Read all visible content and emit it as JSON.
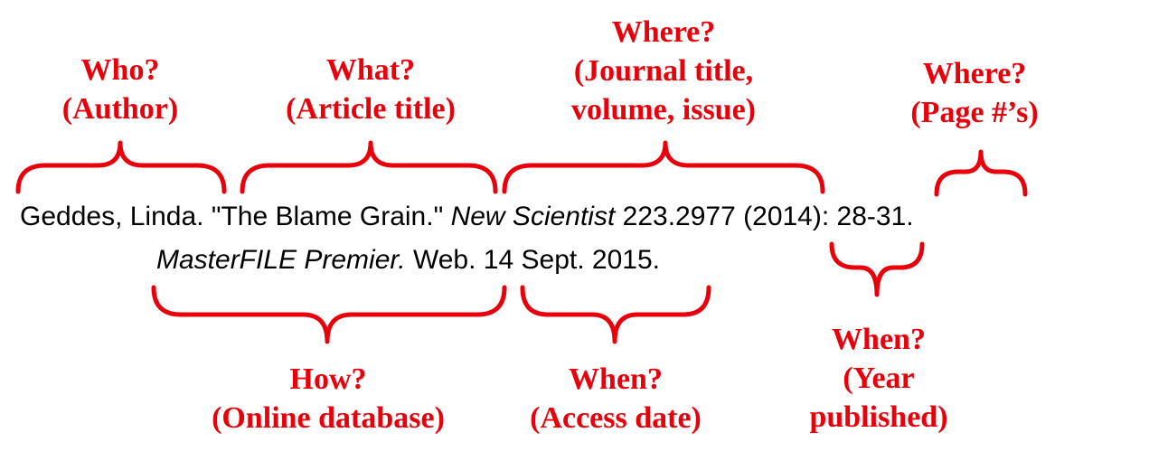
{
  "accent_color": "#e8000b",
  "labels": {
    "who": {
      "line1": "Who?",
      "line2": "(Author)"
    },
    "what": {
      "line1": "What?",
      "line2": "(Article title)"
    },
    "where_journal": {
      "line1": "Where?",
      "line2": "(Journal title,",
      "line3": "volume, issue)"
    },
    "where_pages": {
      "line1": "Where?",
      "line2": "(Page #’s)"
    },
    "how": {
      "line1": "How?",
      "line2": "(Online database)"
    },
    "when_access": {
      "line1": "When?",
      "line2": "(Access date)"
    },
    "when_year": {
      "line1": "When?",
      "line2": "(Year",
      "line3": "published)"
    }
  },
  "citation": {
    "author": "Geddes, Linda.",
    "title": "\"The Blame Grain.\"",
    "journal": "New Scientist",
    "volume_issue": "223.2977",
    "year": "(2014):",
    "pages": "28-31.",
    "database": "MasterFILE Premier.",
    "medium": "Web.",
    "access_date": "14 Sept. 2015."
  }
}
